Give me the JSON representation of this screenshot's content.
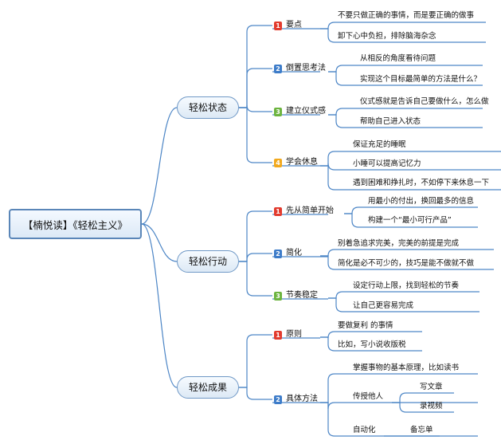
{
  "root": "【楠悦读】《轻松主义》",
  "colors": {
    "red": "#e23b2e",
    "blue": "#3d7cc9",
    "green": "#6cb43f",
    "orange": "#f2a91e",
    "line": "#4d86c6"
  },
  "main": [
    {
      "label": "轻松状态",
      "subs": [
        {
          "num": "1",
          "color": "red",
          "label": "要点",
          "leaves": [
            "不要只做正确的事情，而是要正确的做事",
            "卸下心中负担，排除脑海杂念"
          ]
        },
        {
          "num": "2",
          "color": "blue",
          "label": "倒置思考法",
          "leaves": [
            "从相反的角度看待问题",
            "实现这个目标最简单的方法是什么？"
          ]
        },
        {
          "num": "3",
          "color": "green",
          "label": "建立仪式感",
          "leaves": [
            "仪式感就是告诉自己要做什么，怎么做",
            "帮助自己进入状态"
          ]
        },
        {
          "num": "4",
          "color": "orange",
          "label": "学会休息",
          "leaves": [
            "保证充足的睡眠",
            "小睡可以提高记忆力",
            "遇到困难和挣扎时，不如停下来休息一下"
          ]
        }
      ]
    },
    {
      "label": "轻松行动",
      "subs": [
        {
          "num": "1",
          "color": "red",
          "label": "先从简单开始",
          "leaves": [
            "用最小的付出，换回最多的信息",
            "构建一个“最小可行产品”"
          ]
        },
        {
          "num": "2",
          "color": "blue",
          "label": "简化",
          "leaves": [
            "别着急追求完美，完美的前提是完成",
            "简化是必不可少的，技巧是能不做就不做"
          ]
        },
        {
          "num": "3",
          "color": "green",
          "label": "节奏稳定",
          "leaves": [
            "设定行动上限，找到轻松的节奏",
            "让自己更容易完成"
          ]
        }
      ]
    },
    {
      "label": "轻松成果",
      "subs": [
        {
          "num": "1",
          "color": "red",
          "label": "原则",
          "leaves": [
            "要做复利 的事情",
            "比如，写小说收版税"
          ]
        },
        {
          "num": "2",
          "color": "blue",
          "label": "具体方法",
          "leaves": [
            "掌握事物的基本原理，比如读书",
            "传授他人",
            "自动化"
          ]
        }
      ]
    }
  ],
  "teach_children": [
    "写文章",
    "录视频"
  ],
  "auto_children": [
    "备忘单"
  ]
}
